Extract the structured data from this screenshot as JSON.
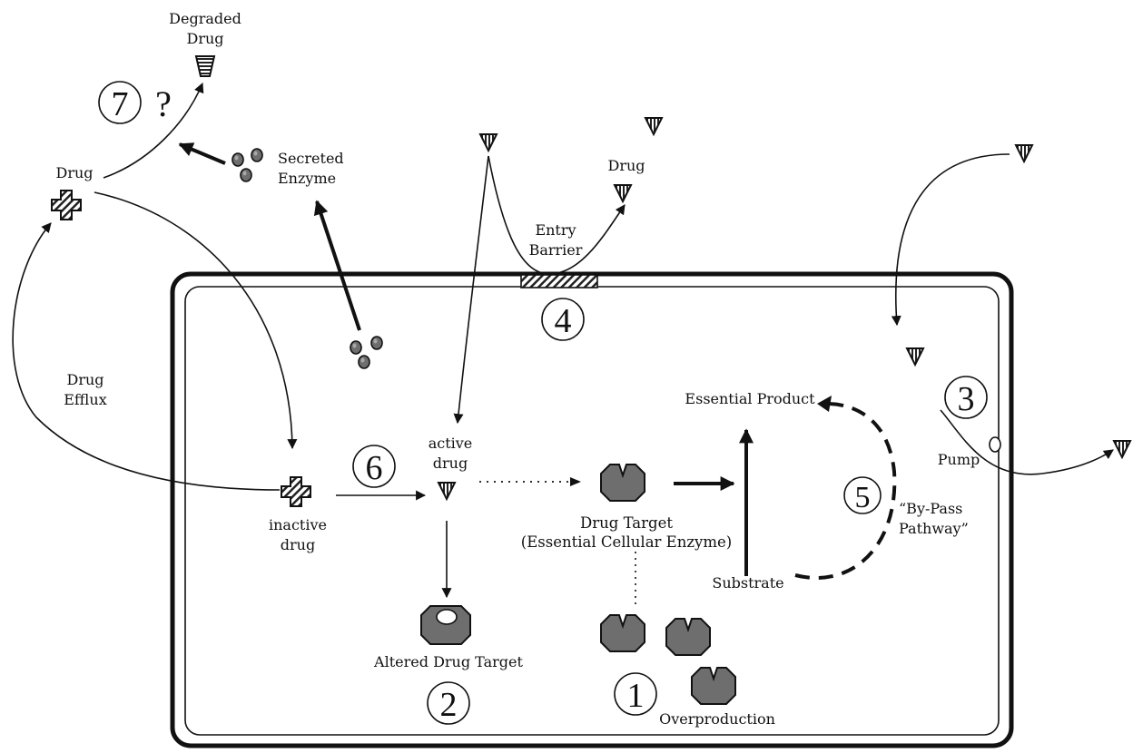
{
  "labels": {
    "degraded_drug_line1": "Degraded",
    "degraded_drug_line2": "Drug",
    "question_mark": "?",
    "drug_outside": "Drug",
    "secreted_line1": "Secreted",
    "secreted_line2": "Enzyme",
    "drug_top": "Drug",
    "entry_line1": "Entry",
    "entry_line2": "Barrier",
    "drug_efflux_line1": "Drug",
    "drug_efflux_line2": "Efflux",
    "active_line1": "active",
    "active_line2": "drug",
    "inactive_line1": "inactive",
    "inactive_line2": "drug",
    "drug_target_line1": "Drug Target",
    "drug_target_line2": "(Essential Cellular Enzyme)",
    "essential_product": "Essential Product",
    "substrate": "Substrate",
    "bypass_line1": "“By-Pass",
    "bypass_line2": "Pathway”",
    "pump": "Pump",
    "altered_target": "Altered Drug Target",
    "overproduction": "Overproduction"
  },
  "mechanisms": {
    "n1": "1",
    "n2": "2",
    "n3": "3",
    "n4": "4",
    "n5": "5",
    "n6": "6",
    "n7": "7"
  },
  "colors": {
    "ink": "#111111",
    "enzyme_fill": "#6e6e6e",
    "background": "#ffffff"
  }
}
